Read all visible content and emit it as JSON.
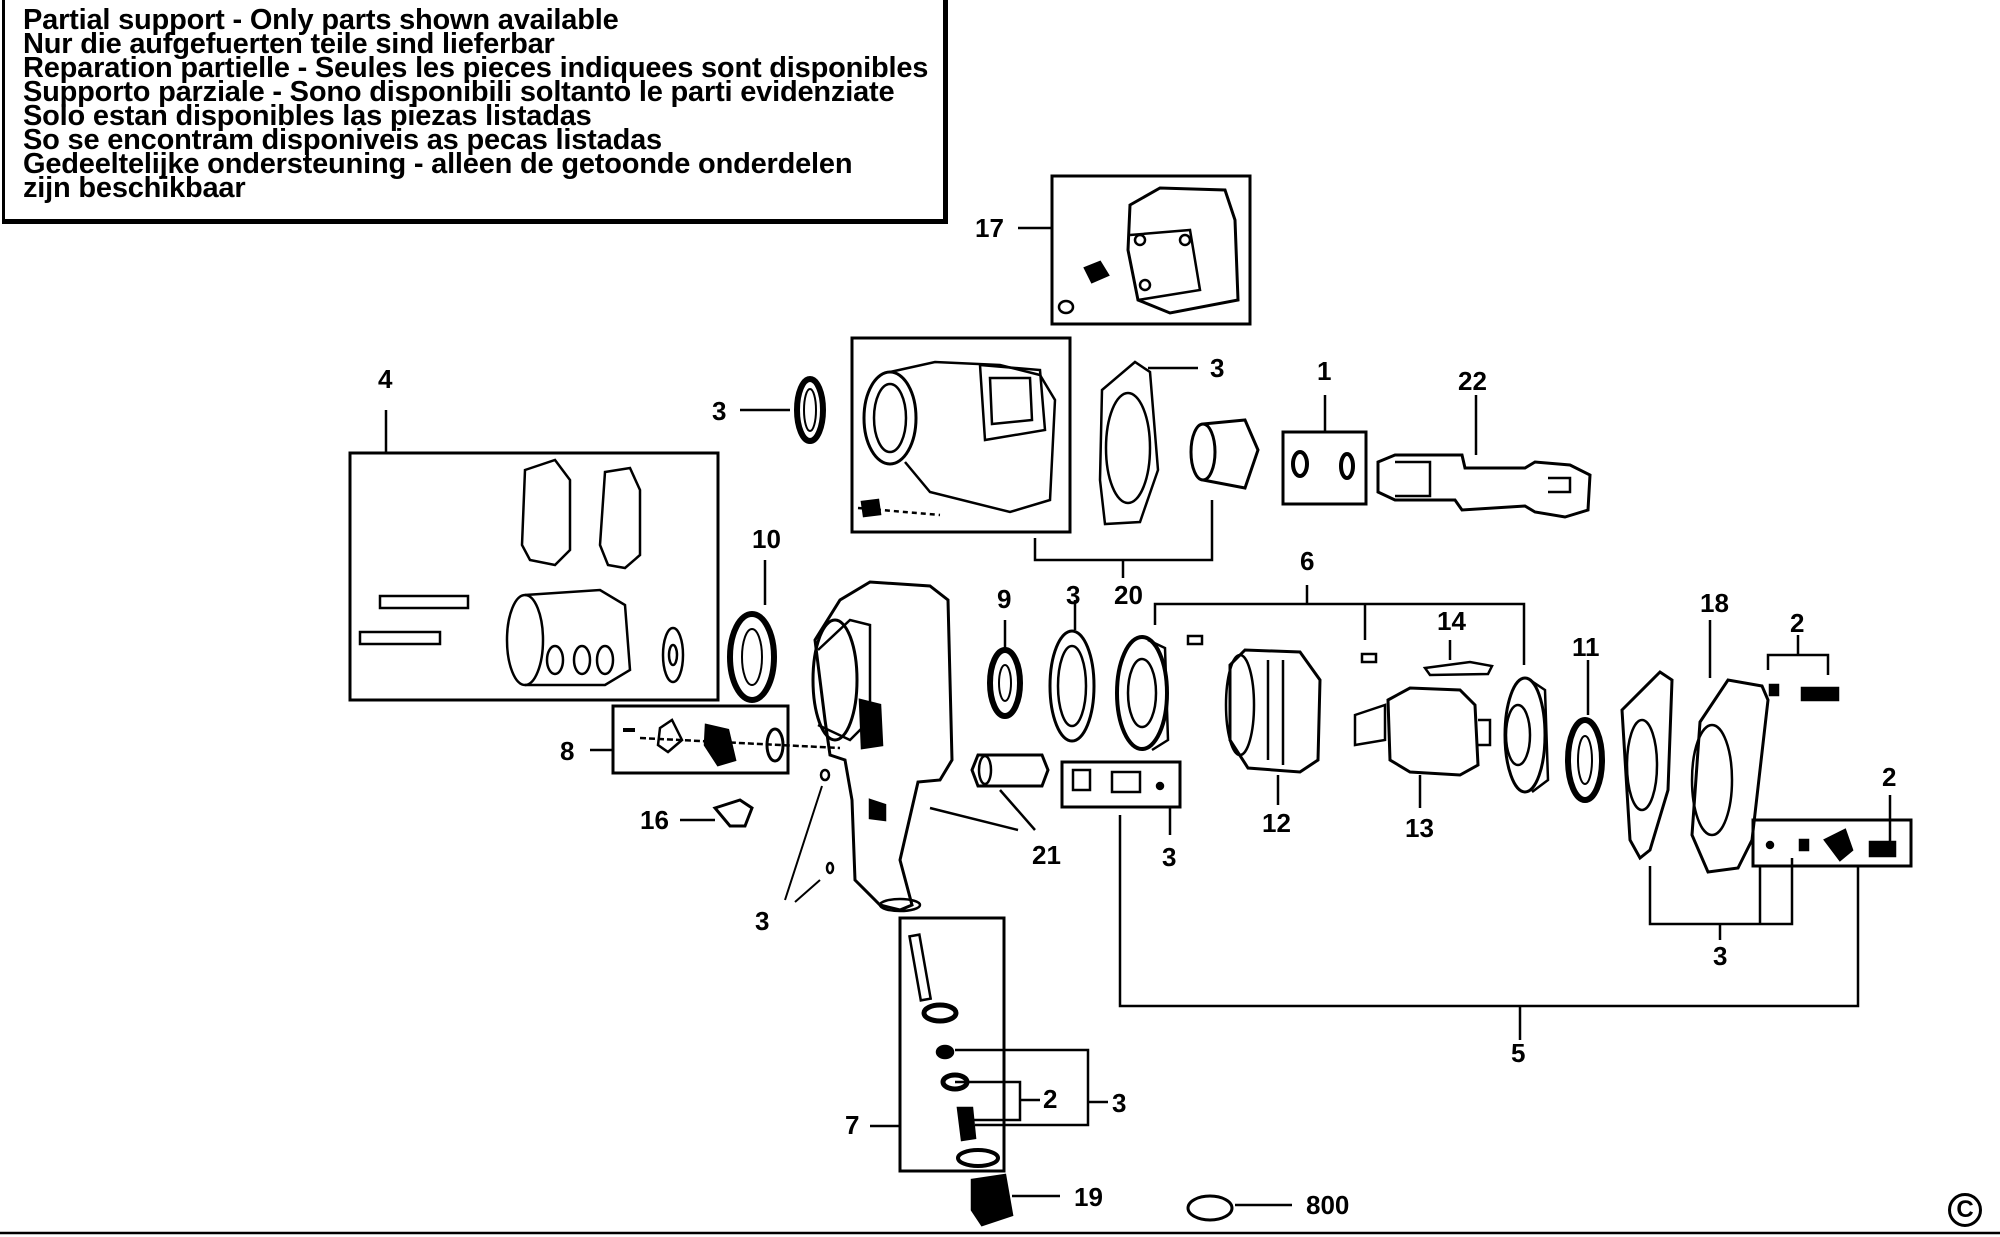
{
  "notice": {
    "lines": [
      "Partial support - Only parts shown available",
      "Nur die aufgefuerten teile sind lieferbar",
      "Reparation partielle - Seules les pieces indiquees sont disponibles",
      "Supporto parziale - Sono disponibili soltanto le parti evidenziate",
      "Solo estan disponibles las piezas listadas",
      "So se encontram disponiveis as pecas listadas",
      "Gedeeltelijke ondersteuning - alleen de getoonde onderdelen",
      "zijn beschikbaar"
    ]
  },
  "callouts": {
    "c17": "17",
    "c4": "4",
    "c3a": "3",
    "c3b": "3",
    "c1": "1",
    "c22": "22",
    "c20": "20",
    "c10": "10",
    "c9": "9",
    "c3c": "3",
    "c6": "6",
    "c14": "14",
    "c11": "11",
    "c18": "18",
    "c2a": "2",
    "c2b": "2",
    "c8": "8",
    "c16": "16",
    "c21": "21",
    "c3d": "3",
    "c3e": "3",
    "c12": "12",
    "c13": "13",
    "c3f": "3",
    "c5": "5",
    "c7": "7",
    "c2c": "2",
    "c3g": "3",
    "c19": "19",
    "c800": "800"
  },
  "copyright_symbol": "C"
}
